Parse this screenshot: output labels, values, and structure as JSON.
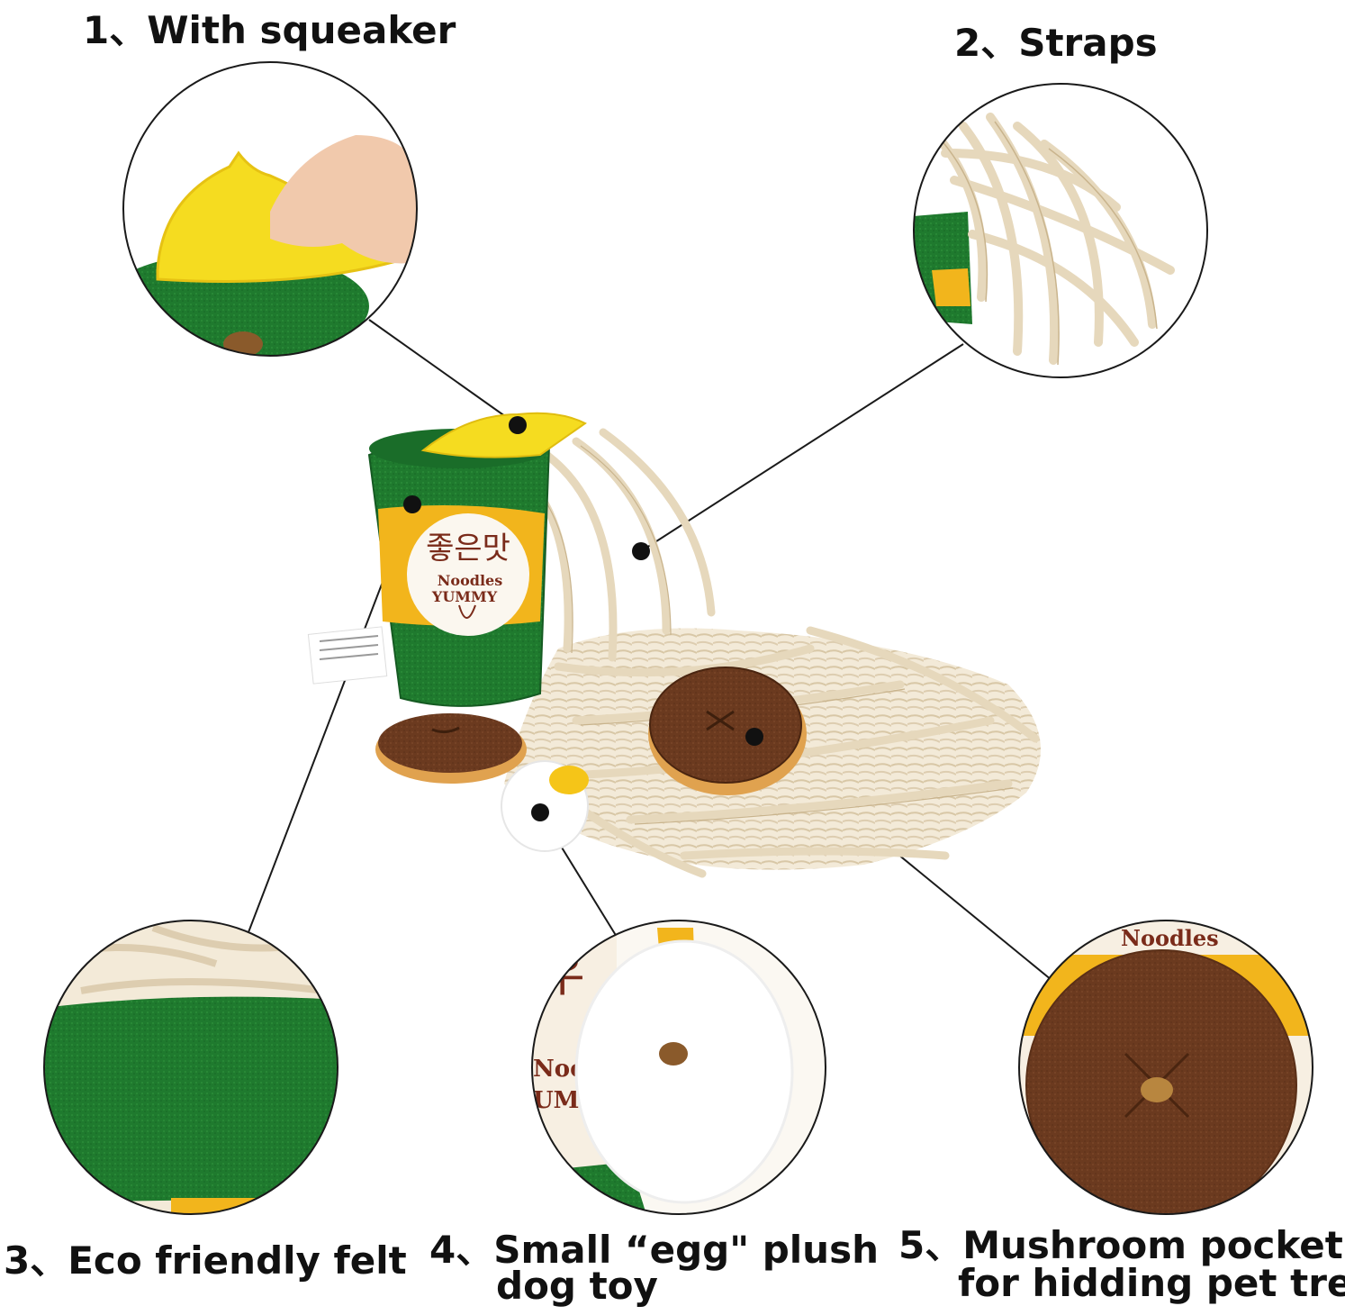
{
  "labels": [
    {
      "num": "1、",
      "text": "With squeaker"
    },
    {
      "num": "2、",
      "text": "Straps"
    },
    {
      "num": "3、",
      "text": "Eco friendly felt"
    },
    {
      "num": "4、",
      "text": "Small  “egg\" plush",
      "text2": "dog toy"
    },
    {
      "num": "5、",
      "text": "Mushroom pocket",
      "text2": "for hidding pet trea"
    }
  ],
  "cup_label": {
    "korean": "좋은맛",
    "line1": "Noodles",
    "line2": "YUMMY"
  },
  "colors": {
    "felt_green": "#1f7a2e",
    "felt_yellow": "#f2b51c",
    "squeaker_yellow": "#f5dc20",
    "noodle_cream": "#eee2cc",
    "mushroom_brown": "#6b3a1f",
    "label_text": "#7a2b1a"
  }
}
